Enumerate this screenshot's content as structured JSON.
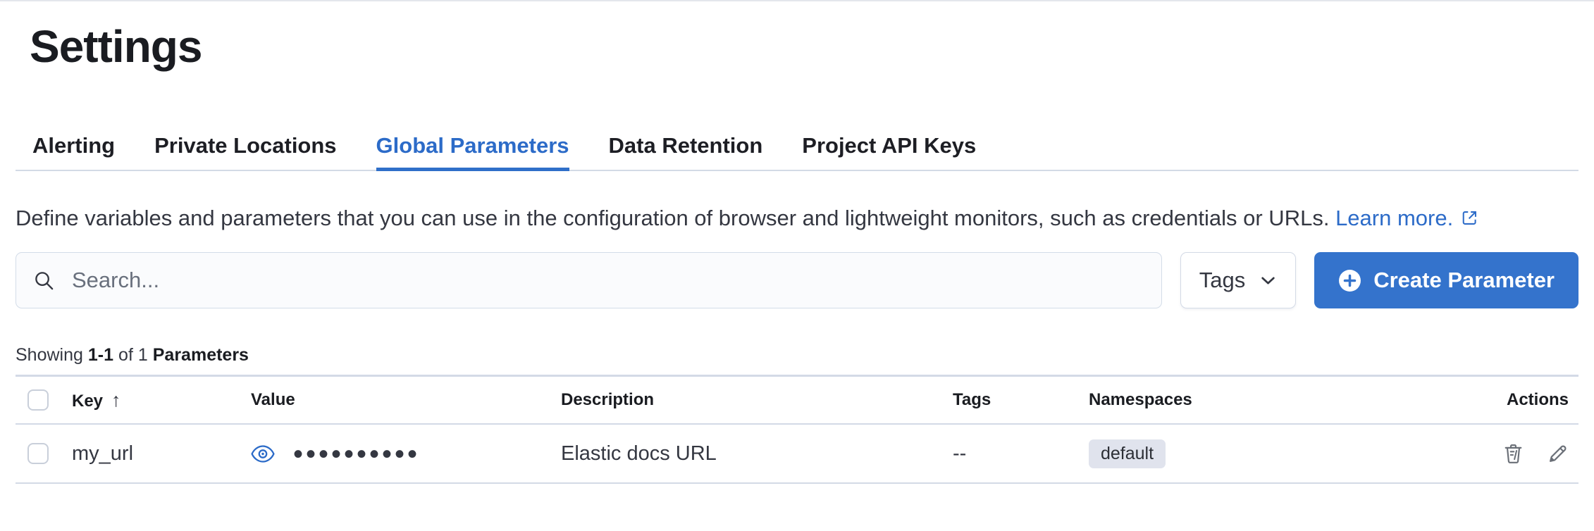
{
  "page": {
    "title": "Settings"
  },
  "tabs": [
    {
      "label": "Alerting",
      "active": false
    },
    {
      "label": "Private Locations",
      "active": false
    },
    {
      "label": "Global Parameters",
      "active": true
    },
    {
      "label": "Data Retention",
      "active": false
    },
    {
      "label": "Project API Keys",
      "active": false
    }
  ],
  "description": {
    "text": "Define variables and parameters that you can use in the configuration of browser and lightweight monitors, such as credentials or URLs.",
    "link_label": "Learn more."
  },
  "toolbar": {
    "search_placeholder": "Search...",
    "tags_button_label": "Tags",
    "create_button_label": "Create Parameter"
  },
  "summary": {
    "prefix": "Showing",
    "range": "1-1",
    "middle": "of 1",
    "subject": "Parameters"
  },
  "table": {
    "headers": {
      "key": "Key",
      "value": "Value",
      "description": "Description",
      "tags": "Tags",
      "namespaces": "Namespaces",
      "actions": "Actions"
    },
    "sort": {
      "column": "Key",
      "direction": "ascending",
      "arrow": "↑"
    },
    "rows": [
      {
        "key": "my_url",
        "value_masked": "••••••••••",
        "description": "Elastic docs URL",
        "tags": "--",
        "namespaces": [
          "default"
        ]
      }
    ]
  },
  "icons": {
    "search": "magnifier",
    "tags_dropdown": "chevron-down",
    "create": "plus-in-circle",
    "learn_more": "external-link",
    "value_reveal": "eye",
    "sort": "arrow-up",
    "delete": "trash",
    "edit": "pencil"
  },
  "colors": {
    "primary_button": "#3473CC",
    "link": "#2C6BC8",
    "active_tab": "#2C6BC8",
    "heading_text": "#1A1C21",
    "body_text": "#343741",
    "muted_text": "#69707D",
    "divider": "#D3DAE6",
    "badge_bg": "#E0E3ED",
    "input_bg": "#FAFBFD",
    "icon_gray": "#6A6F77"
  }
}
